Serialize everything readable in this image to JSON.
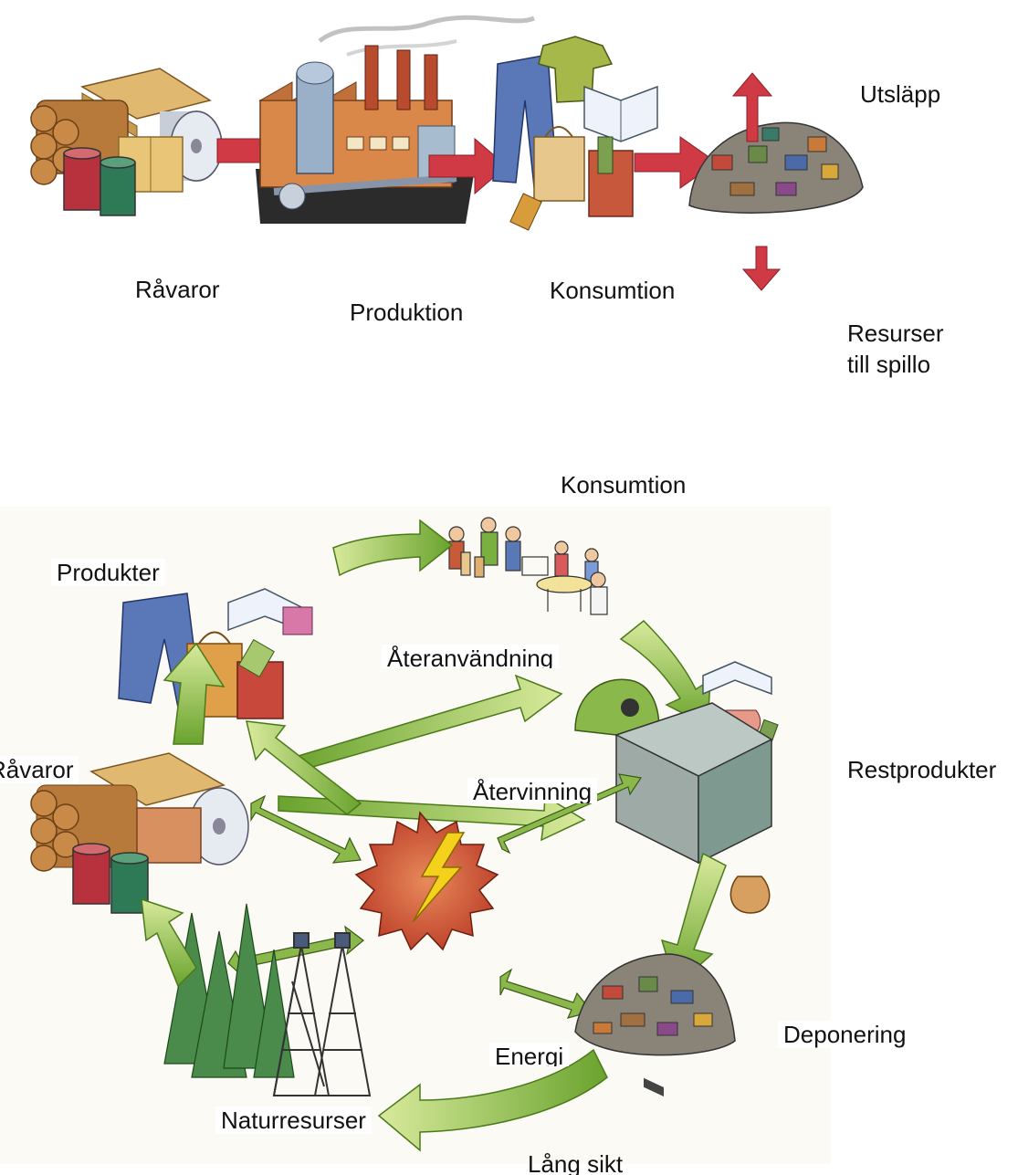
{
  "top": {
    "labels": {
      "utslapp": "Utsläpp",
      "ravaror": "Råvaror",
      "produktion": "Produktion",
      "konsumtion": "Konsumtion",
      "resurser_1": "Resurser",
      "resurser_2": "till spillo"
    }
  },
  "bottom": {
    "labels": {
      "konsumtion": "Konsumtion",
      "produkter": "Produkter",
      "ateranvandning": "Återanvändning",
      "ravaror": "Råvaror",
      "atervinning": "Återvinning",
      "restprodukter": "Restprodukter",
      "deponering": "Deponering",
      "energi": "Energi",
      "naturresurser": "Naturresurser",
      "lang_sikt": "Lång sikt"
    }
  },
  "colors": {
    "linear_arrow": "#d03a45",
    "cycle_arrow": "#7fb43a",
    "cycle_arrow_light": "#c7e08a",
    "energy_sun": "#d2603a",
    "lightning": "#f4d21c"
  }
}
